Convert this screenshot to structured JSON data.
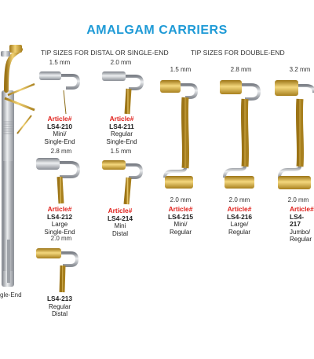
{
  "colors": {
    "title": "#1e9ad6",
    "article": "#e0201b",
    "gold": "#d8b23a",
    "steel": "#b9bcc2"
  },
  "title": "AMALGAM CARRIERS",
  "headings": {
    "single": "TIP SIZES FOR DISTAL OR SINGLE-END",
    "double": "TIP SIZES FOR DOUBLE-END"
  },
  "left_label": "gle-End",
  "single_sizes": {
    "s210": "1.5 mm",
    "s211": "2.0 mm",
    "s212": "2.8 mm",
    "s214": "1.5 mm",
    "s213": "2.0 mm"
  },
  "double_sizes": {
    "top_215": "1.5 mm",
    "top_216": "2.8 mm",
    "top_217": "3.2 mm",
    "bot_215": "2.0 mm",
    "bot_216": "2.0 mm",
    "bot_217": "2.0 mm"
  },
  "products": {
    "ls4_210": {
      "article": "Article#",
      "code": "LS4-210",
      "l1": "Mini/",
      "l2": "Single-End"
    },
    "ls4_211": {
      "article": "Article#",
      "code": "LS4-211",
      "l1": "Regular",
      "l2": "Single-End"
    },
    "ls4_212": {
      "article": "Article#",
      "code": "LS4-212",
      "l1": "Large",
      "l2": "Single-End"
    },
    "ls4_214": {
      "article": "Article#",
      "code": "LS4-214",
      "l1": "Mini",
      "l2": "Distal"
    },
    "ls4_213": {
      "code": "LS4-213",
      "l1": "Regular",
      "l2": "Distal"
    },
    "ls4_215": {
      "article": "Article#",
      "code": "LS4-215",
      "l1": "Mini/",
      "l2": "Regular"
    },
    "ls4_216": {
      "article": "Article#",
      "code": "LS4-216",
      "l1": "Large/",
      "l2": "Regular"
    },
    "ls4_217": {
      "article": "Article#",
      "code": "LS4-217",
      "l1": "Jumbo/",
      "l2": "Regular"
    }
  }
}
